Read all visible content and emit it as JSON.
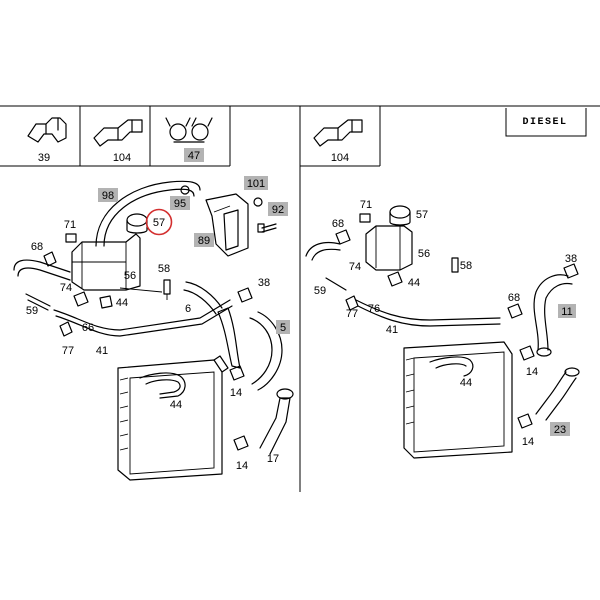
{
  "diesel_label": "DIESEL",
  "highlight_color": "#b3b3b3",
  "selected_color": "#d32f2f",
  "selected_part": "57",
  "left_header_labels": {
    "a": "39",
    "b": "104",
    "c": "47"
  },
  "right_header_labels": {
    "a": "104"
  },
  "left_labels": {
    "l98": "98",
    "l95": "95",
    "l101": "101",
    "l92": "92",
    "l89": "89",
    "l57": "57",
    "l71": "71",
    "l68": "68",
    "l56": "56",
    "l58": "58",
    "l74": "74",
    "l44a": "44",
    "l59": "59",
    "l6": "6",
    "l38": "38",
    "l66": "66",
    "l77": "77",
    "l41": "41",
    "l5": "5",
    "l44b": "44",
    "l14a": "14",
    "l14b": "14",
    "l17": "17"
  },
  "right_labels": {
    "l71": "71",
    "l57": "57",
    "l68a": "68",
    "l56": "56",
    "l74": "74",
    "l58": "58",
    "l38": "38",
    "l59": "59",
    "l44a": "44",
    "l76": "76",
    "l68b": "68",
    "l11": "11",
    "l77": "77",
    "l41": "41",
    "l44b": "44",
    "l14a": "14",
    "l14b": "14",
    "l23": "23"
  }
}
